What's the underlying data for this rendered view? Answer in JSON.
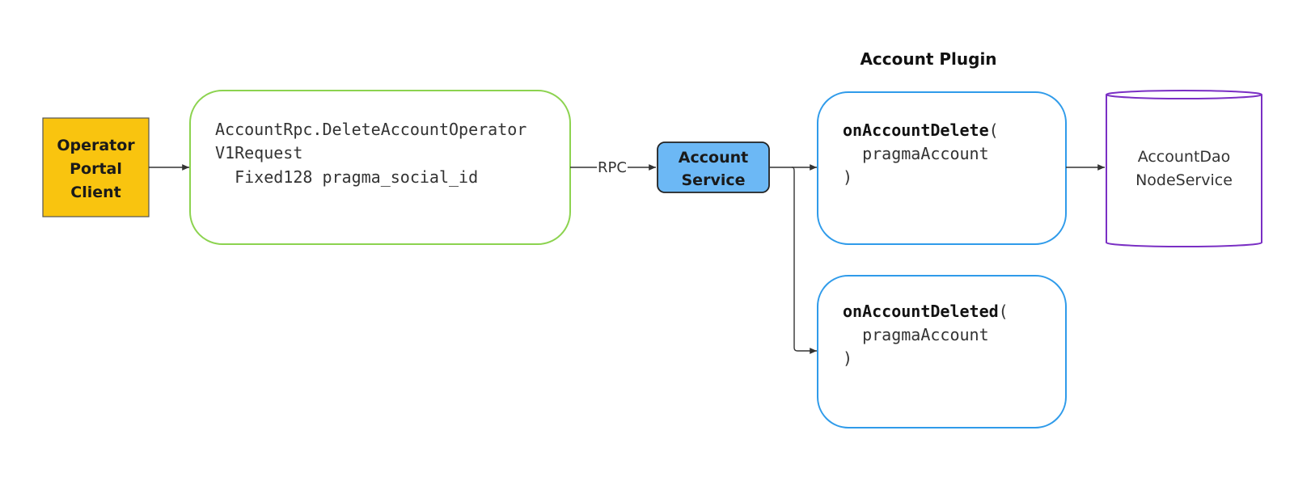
{
  "group_title": "Account Plugin",
  "client": {
    "lines": [
      "Operator",
      "Portal",
      "Client"
    ],
    "color": "#F9C40F"
  },
  "request": {
    "lines": [
      "AccountRpc.DeleteAccountOperator",
      "V1Request",
      "  Fixed128 pragma_social_id"
    ],
    "border": "#8CD34F"
  },
  "edge_label": "RPC",
  "service": {
    "lines": [
      "Account",
      "Service"
    ],
    "color": "#6CB8F5"
  },
  "handler_delete": {
    "name": "onAccountDelete",
    "open": "(",
    "arg": "  pragmaAccount",
    "close": ")",
    "border": "#2F9BEA"
  },
  "handler_deleted": {
    "name": "onAccountDeleted",
    "open": "(",
    "arg": "  pragmaAccount",
    "close": ")",
    "border": "#2F9BEA"
  },
  "datastore": {
    "lines": [
      "AccountDao",
      "NodeService"
    ],
    "border": "#7A2FC4"
  }
}
